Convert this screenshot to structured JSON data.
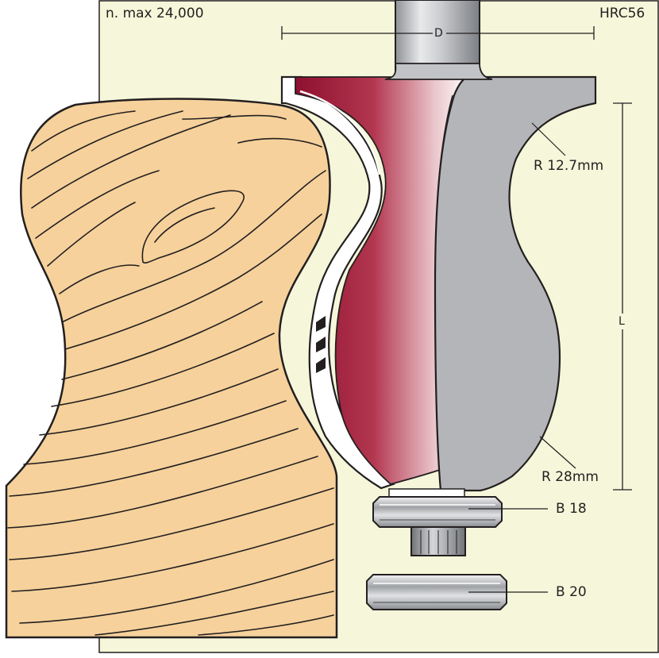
{
  "header": {
    "max_speed": "n. max 24,000",
    "hardness": "HRC56"
  },
  "dimensions": {
    "diameter": "D",
    "length": "L",
    "radius_upper": "R 12.7mm",
    "radius_lower": "R 28mm"
  },
  "bearings": {
    "top": "B 18",
    "bottom": "B 20"
  },
  "colors": {
    "background": "#f6f6da",
    "wood": "#f6d19b",
    "blade_red": "#9c1a38",
    "body_grey": "#b4b5b8",
    "outline": "#231f20"
  }
}
